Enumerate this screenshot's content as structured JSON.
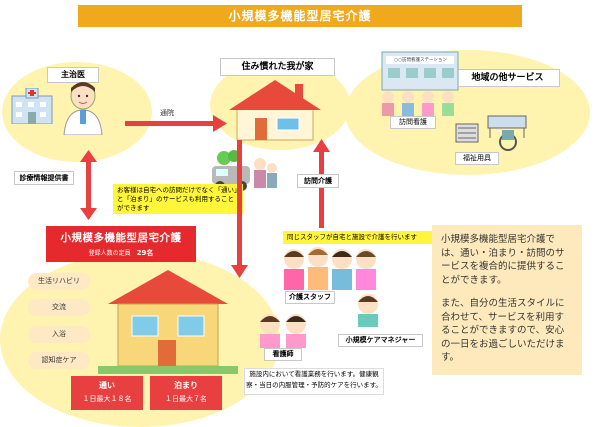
{
  "title": "小規模多機能型居宅介護",
  "home": {
    "label": "住み慣れた我が家"
  },
  "doctor": {
    "label": "主治医"
  },
  "hospital_visit": "通院",
  "medical_info": "診療情報提供書",
  "other_services": {
    "label": "地域の他サービス",
    "visiting_nurse": "訪問看護",
    "welfare_equipment": "福祉用具",
    "station_sign": "○○訪問看護ステーション"
  },
  "visit_care": "訪問介護",
  "customer_note": "お客様は自宅への訪問だけでなく「通い」と「泊まり」のサービスも利用することができます",
  "same_staff_note": "同じスタッフが自宅と施設で介護を行います",
  "facility": {
    "title": "小規模多機能型居宅介護",
    "capacity_label": "登録人数の定員",
    "capacity_value": "29名"
  },
  "activities": [
    "生活リハビリ",
    "交流",
    "入浴",
    "認知症ケア"
  ],
  "visit": {
    "label": "通い",
    "max": "１日最大１８名"
  },
  "stay": {
    "label": "泊まり",
    "max": "１日最大７名"
  },
  "staff": {
    "care_staff": "介護スタッフ",
    "nurse": "看護師",
    "care_manager": "小規模ケアマネジャー"
  },
  "nurse_note": "施設内において看護業務を行います。健康観察・当日の内服管理・予防的ケアを行います。",
  "info": {
    "paragraph1": "小規模多機能型居宅介護では、通い・泊まり・訪問のサービスを複合的に提供することができます。",
    "paragraph2": "また、自分の生活スタイルに合わせて、サービスを利用することができますので、安心の一日をお過ごしいただけます。"
  },
  "colors": {
    "accent": "#f0a81c",
    "red": "#e5292d",
    "yellow_bg": "#fff3b0",
    "info_bg": "#fde9bb"
  }
}
